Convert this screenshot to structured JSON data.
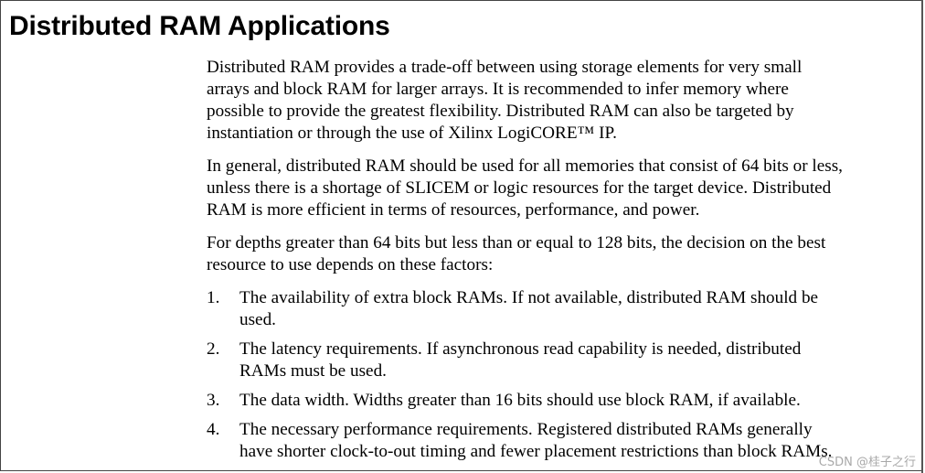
{
  "header": {
    "title": "Distributed RAM Applications"
  },
  "content": {
    "paragraphs": [
      {
        "lines": [
          "Distributed RAM provides a trade-off between using storage elements for very small",
          "arrays and block RAM for larger arrays. It is recommended to infer memory where",
          "possible to provide the greatest flexibility. Distributed RAM can also be targeted by",
          "instantiation or through the use of Xilinx LogiCORE™ IP."
        ]
      },
      {
        "lines": [
          "In general, distributed RAM should be used for all memories that consist of 64 bits or less,",
          "unless there is a shortage of SLICEM or logic resources for the target device. Distributed",
          "RAM is more efficient in terms of resources, performance, and power."
        ]
      },
      {
        "lines": [
          "For depths greater than 64 bits but less than or equal to 128 bits, the decision on the best",
          "resource to use depends on these factors:"
        ]
      }
    ],
    "list": [
      {
        "number": "1.",
        "lines": [
          "The availability of extra block RAMs. If not available, distributed RAM should be",
          "used."
        ]
      },
      {
        "number": "2.",
        "lines": [
          "The latency requirements. If asynchronous read capability is needed, distributed",
          "RAMs must be used."
        ]
      },
      {
        "number": "3.",
        "lines": [
          "The data width. Widths greater than 16 bits should use block RAM, if available."
        ]
      },
      {
        "number": "4.",
        "lines": [
          "The necessary performance requirements. Registered distributed RAMs generally",
          "have shorter clock-to-out timing and fewer placement restrictions than block RAMs."
        ]
      }
    ]
  },
  "watermark": {
    "text": "CSDN @桂子之行"
  }
}
